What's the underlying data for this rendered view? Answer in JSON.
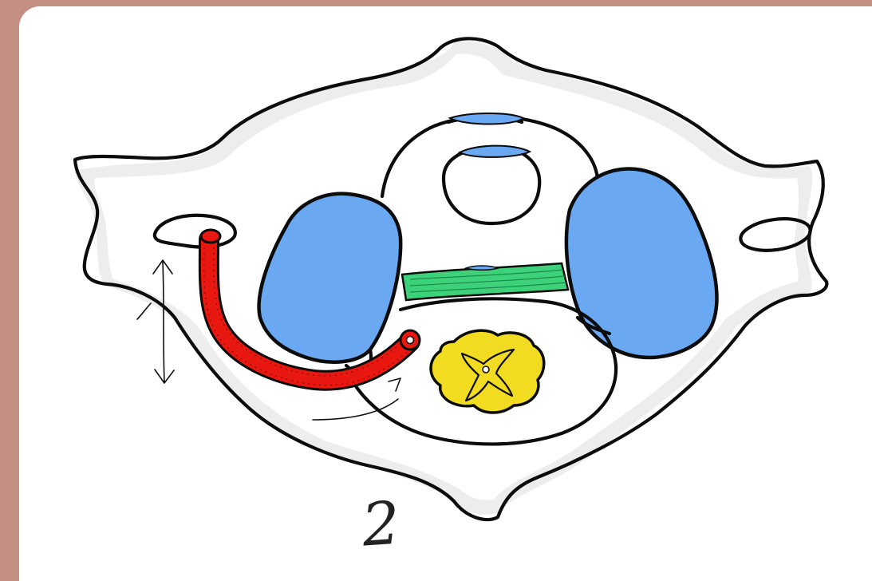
{
  "figure": {
    "label_number": "2",
    "colors": {
      "background": "#c38f83",
      "canvas": "#ffffff",
      "bone_shadow": "#ececec",
      "facet_blue": "#6aa8f2",
      "ligament_green": "#3dd27a",
      "artery_red": "#e8170f",
      "spinal_cord_yellow": "#f2dc21",
      "outline": "#0c0c0c"
    },
    "icons": [
      "vertebra-outline",
      "vertebral-artery",
      "spinal-cord",
      "facet-joint",
      "transverse-ligament",
      "arrow"
    ]
  }
}
